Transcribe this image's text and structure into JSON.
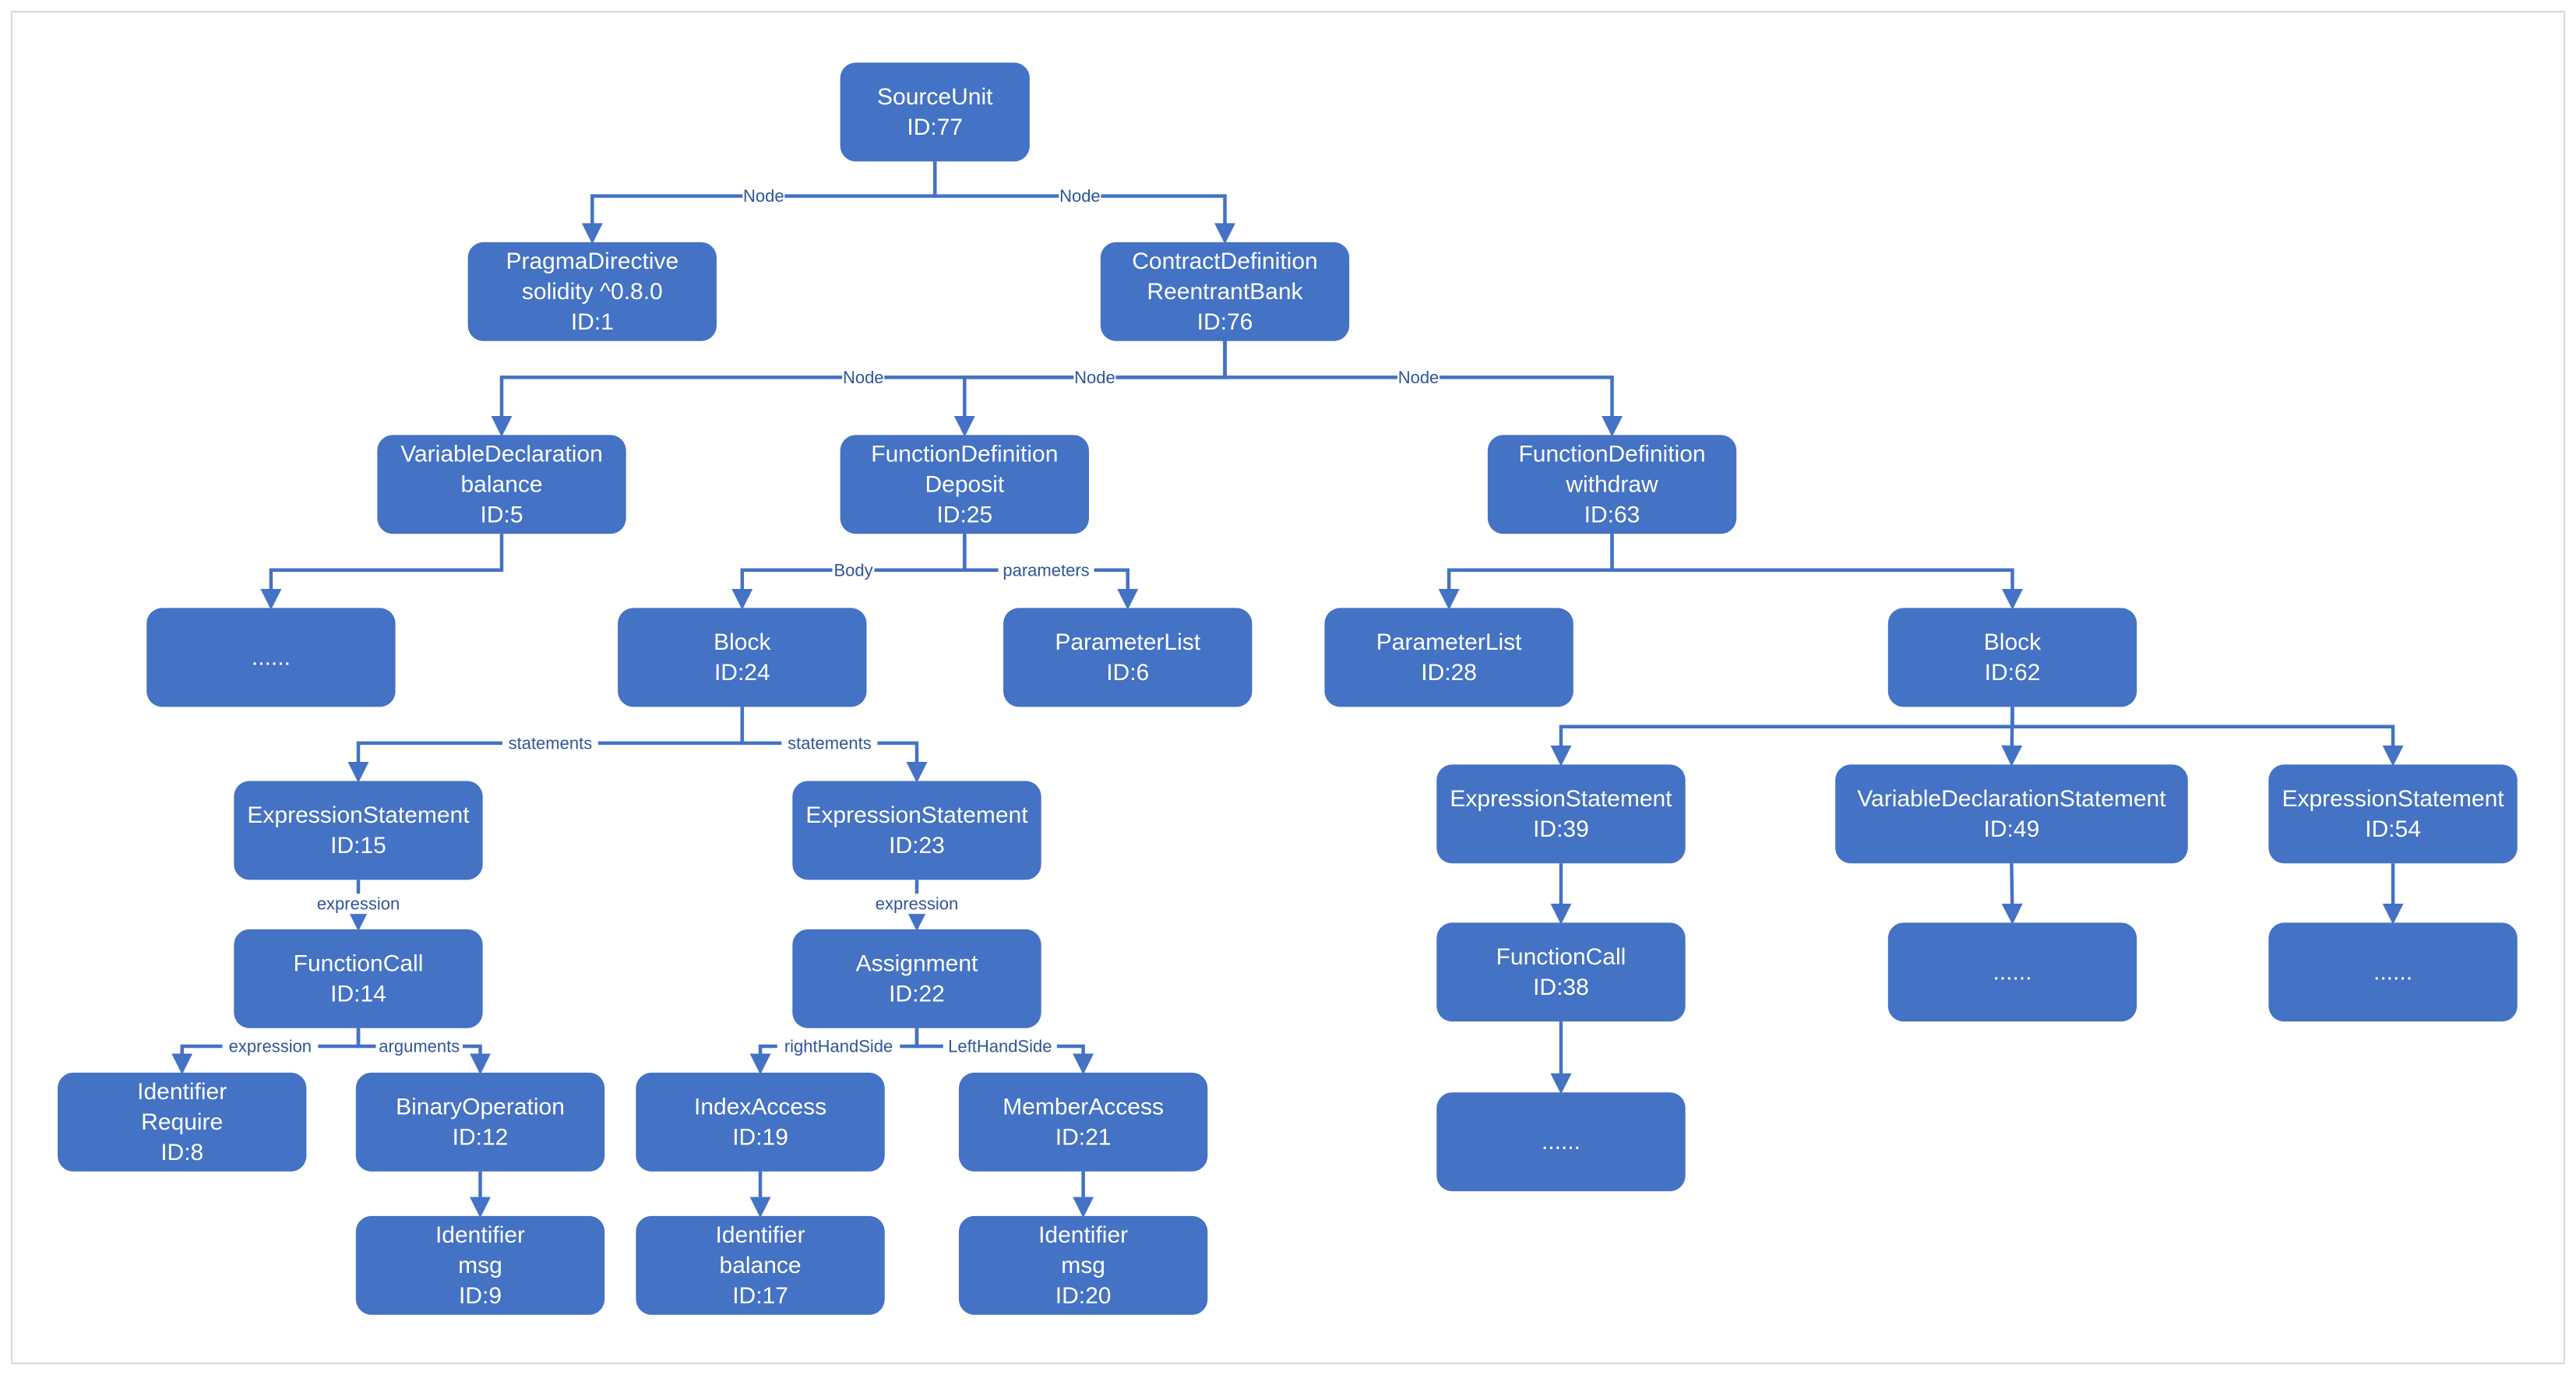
{
  "diagram": {
    "nodes": [
      {
        "id": "n77",
        "lines": [
          "SourceUnit",
          "ID:77"
        ]
      },
      {
        "id": "n1",
        "lines": [
          "PragmaDirective",
          "solidity ^0.8.0",
          "ID:1"
        ]
      },
      {
        "id": "n76",
        "lines": [
          "ContractDefinition",
          "ReentrantBank",
          "ID:76"
        ]
      },
      {
        "id": "n5",
        "lines": [
          "VariableDeclaration",
          "balance",
          "ID:5"
        ]
      },
      {
        "id": "n25",
        "lines": [
          "FunctionDefinition",
          "Deposit",
          "ID:25"
        ]
      },
      {
        "id": "n63",
        "lines": [
          "FunctionDefinition",
          "withdraw",
          "ID:63"
        ]
      },
      {
        "id": "e5",
        "lines": [
          "......"
        ]
      },
      {
        "id": "n24",
        "lines": [
          "Block",
          "ID:24"
        ]
      },
      {
        "id": "n6",
        "lines": [
          "ParameterList",
          "ID:6"
        ]
      },
      {
        "id": "n28",
        "lines": [
          "ParameterList",
          "ID:28"
        ]
      },
      {
        "id": "n62",
        "lines": [
          "Block",
          "ID:62"
        ]
      },
      {
        "id": "n15",
        "lines": [
          "ExpressionStatement",
          "ID:15"
        ]
      },
      {
        "id": "n23",
        "lines": [
          "ExpressionStatement",
          "ID:23"
        ]
      },
      {
        "id": "n39",
        "lines": [
          "ExpressionStatement",
          "ID:39"
        ]
      },
      {
        "id": "n49",
        "lines": [
          "VariableDeclarationStatement",
          "ID:49"
        ]
      },
      {
        "id": "n54",
        "lines": [
          "ExpressionStatement",
          "ID:54"
        ]
      },
      {
        "id": "n14",
        "lines": [
          "FunctionCall",
          "ID:14"
        ]
      },
      {
        "id": "n22",
        "lines": [
          "Assignment",
          "ID:22"
        ]
      },
      {
        "id": "n38",
        "lines": [
          "FunctionCall",
          "ID:38"
        ]
      },
      {
        "id": "e49",
        "lines": [
          "......"
        ]
      },
      {
        "id": "e54",
        "lines": [
          "......"
        ]
      },
      {
        "id": "n8",
        "lines": [
          "Identifier",
          "Require",
          "ID:8"
        ]
      },
      {
        "id": "n12",
        "lines": [
          "BinaryOperation",
          "ID:12"
        ]
      },
      {
        "id": "n19",
        "lines": [
          "IndexAccess",
          "ID:19"
        ]
      },
      {
        "id": "n21",
        "lines": [
          "MemberAccess",
          "ID:21"
        ]
      },
      {
        "id": "e38",
        "lines": [
          "......"
        ]
      },
      {
        "id": "n9",
        "lines": [
          "Identifier",
          "msg",
          "ID:9"
        ]
      },
      {
        "id": "n17",
        "lines": [
          "Identifier",
          "balance",
          "ID:17"
        ]
      },
      {
        "id": "n20",
        "lines": [
          "Identifier",
          "msg",
          "ID:20"
        ]
      }
    ],
    "edges": [
      {
        "from": "n77",
        "to": "n1",
        "label": "Node"
      },
      {
        "from": "n77",
        "to": "n76",
        "label": "Node"
      },
      {
        "from": "n76",
        "to": "n5",
        "label": "Node"
      },
      {
        "from": "n76",
        "to": "n25",
        "label": "Node"
      },
      {
        "from": "n76",
        "to": "n63",
        "label": "Node"
      },
      {
        "from": "n5",
        "to": "e5",
        "label": ""
      },
      {
        "from": "n25",
        "to": "n24",
        "label": "Body"
      },
      {
        "from": "n25",
        "to": "n6",
        "label": "parameters"
      },
      {
        "from": "n63",
        "to": "n28",
        "label": ""
      },
      {
        "from": "n63",
        "to": "n62",
        "label": ""
      },
      {
        "from": "n24",
        "to": "n15",
        "label": "statements"
      },
      {
        "from": "n24",
        "to": "n23",
        "label": "statements"
      },
      {
        "from": "n62",
        "to": "n39",
        "label": ""
      },
      {
        "from": "n62",
        "to": "n49",
        "label": ""
      },
      {
        "from": "n62",
        "to": "n54",
        "label": ""
      },
      {
        "from": "n15",
        "to": "n14",
        "label": "expression"
      },
      {
        "from": "n23",
        "to": "n22",
        "label": "expression"
      },
      {
        "from": "n39",
        "to": "n38",
        "label": ""
      },
      {
        "from": "n49",
        "to": "e49",
        "label": ""
      },
      {
        "from": "n54",
        "to": "e54",
        "label": ""
      },
      {
        "from": "n14",
        "to": "n8",
        "label": "expression"
      },
      {
        "from": "n14",
        "to": "n12",
        "label": "arguments"
      },
      {
        "from": "n22",
        "to": "n19",
        "label": "rightHandSide"
      },
      {
        "from": "n22",
        "to": "n21",
        "label": "LeftHandSide"
      },
      {
        "from": "n38",
        "to": "e38",
        "label": ""
      },
      {
        "from": "n12",
        "to": "n9",
        "label": ""
      },
      {
        "from": "n19",
        "to": "n17",
        "label": ""
      },
      {
        "from": "n21",
        "to": "n20",
        "label": ""
      }
    ]
  },
  "colors": {
    "node_fill": "#4472c4",
    "node_text": "#ffffff",
    "edge": "#4472c4",
    "edge_label": "#2f5597"
  }
}
